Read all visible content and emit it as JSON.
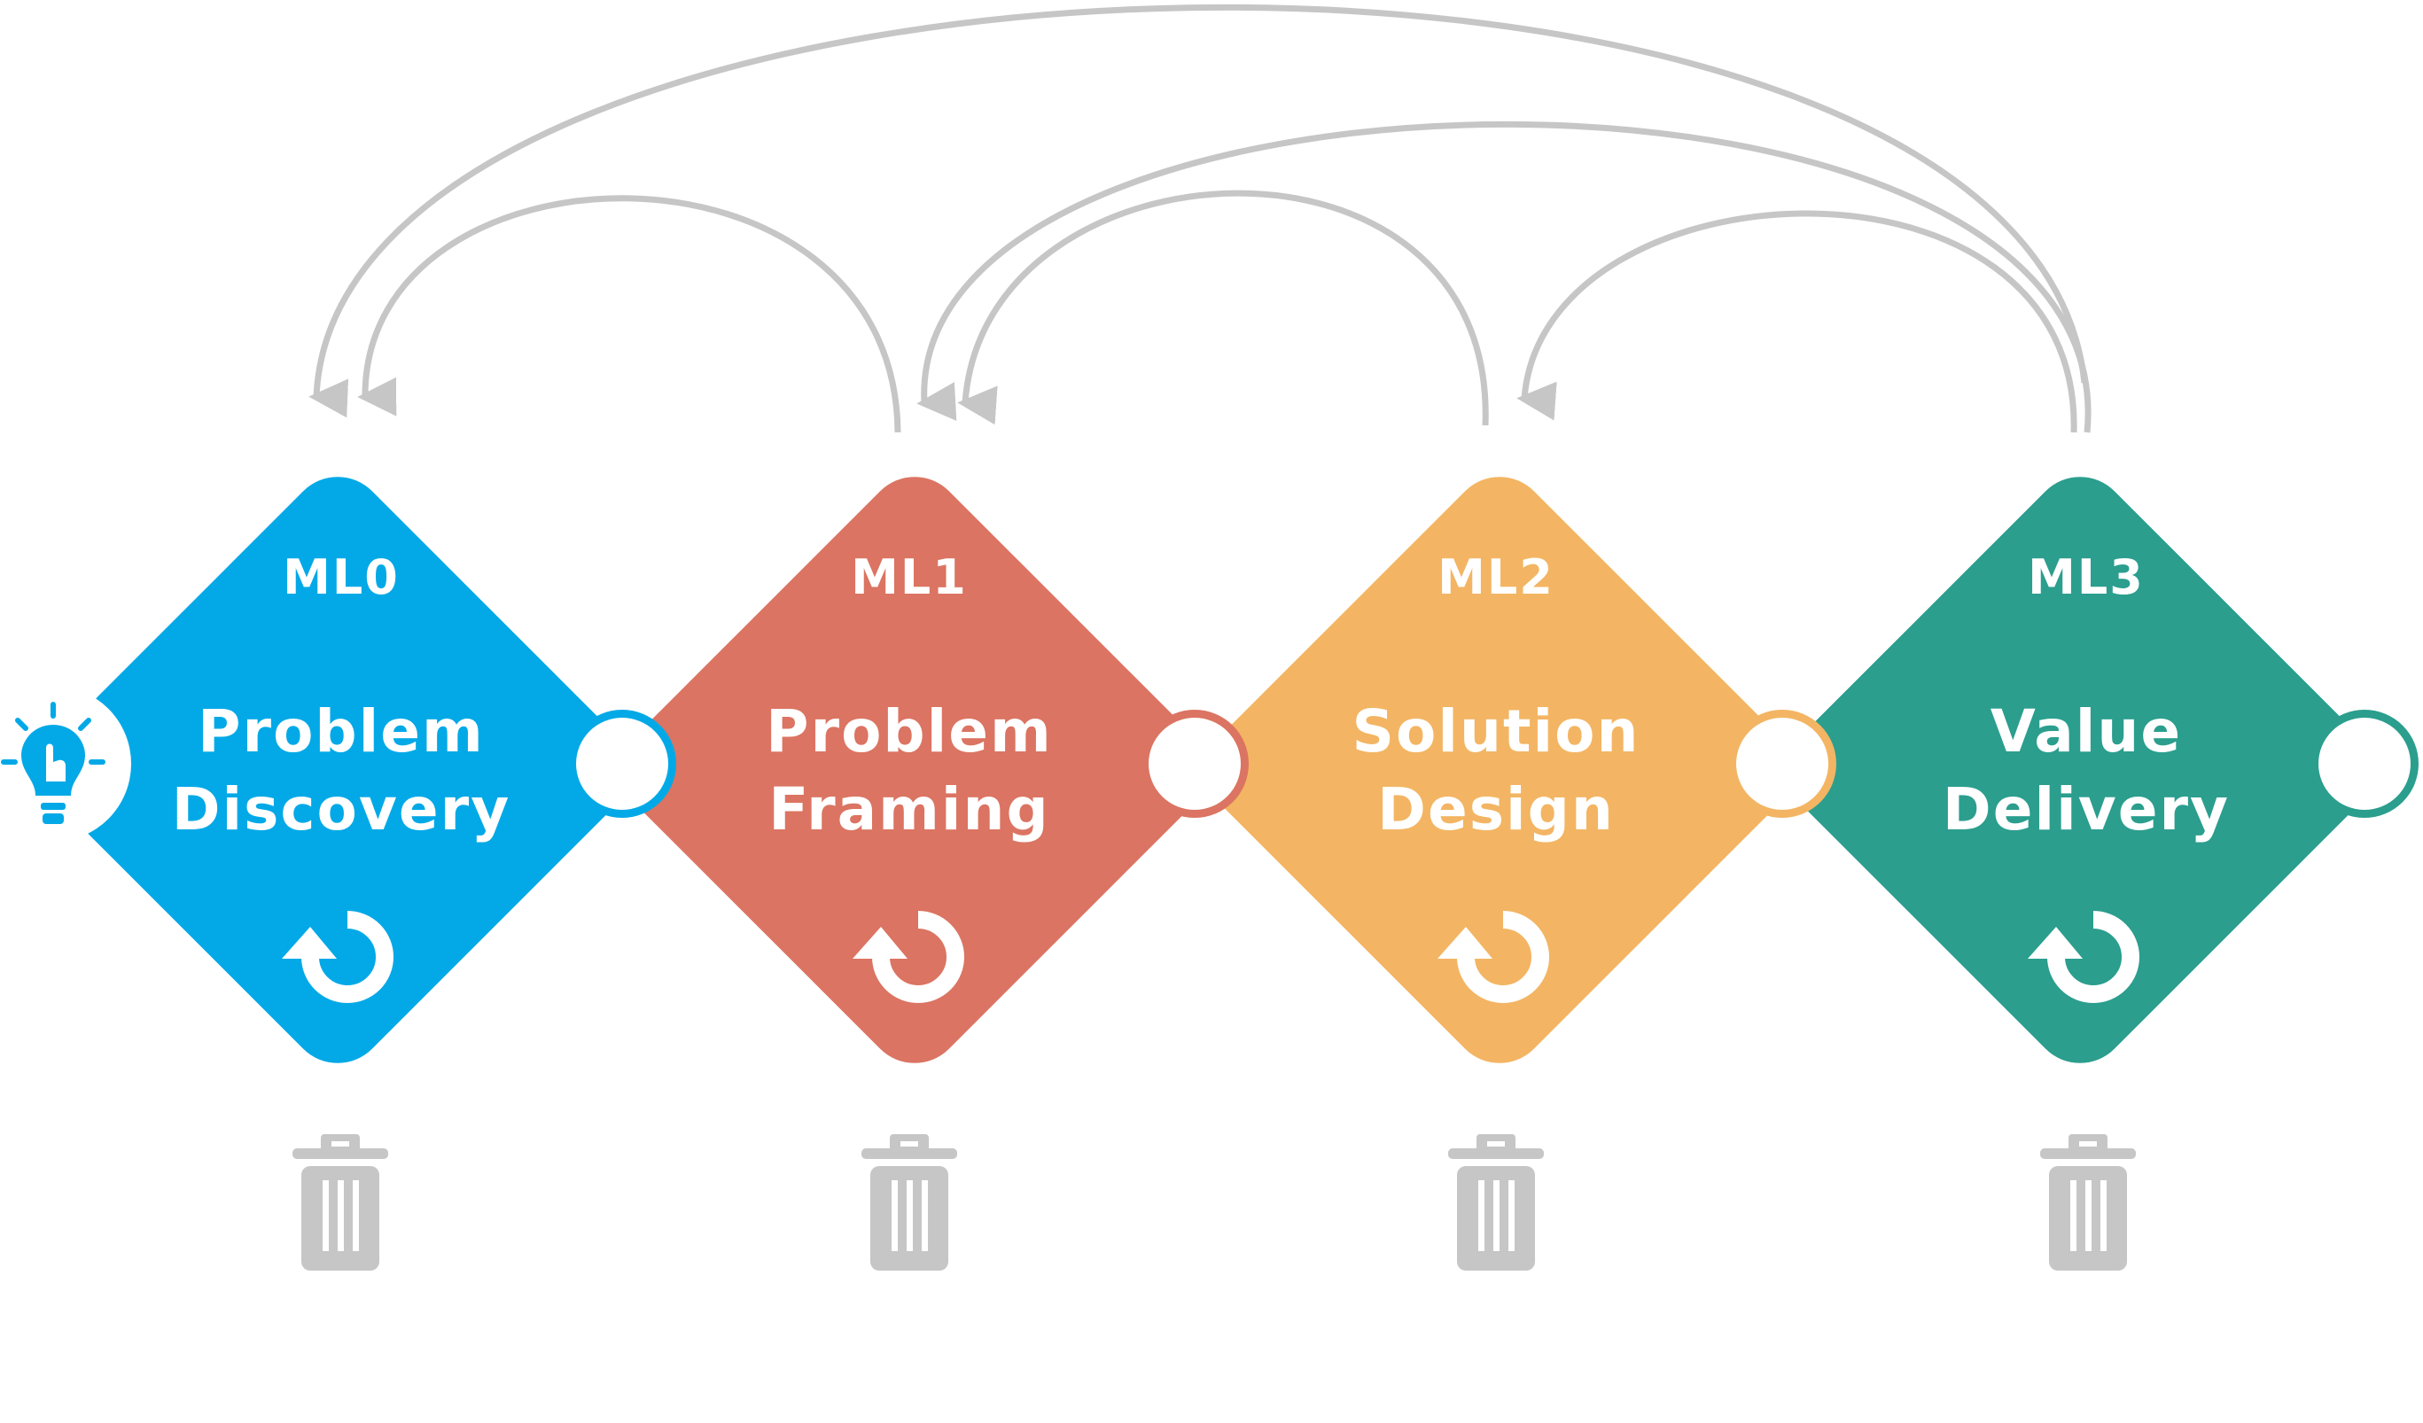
{
  "stages": [
    {
      "code": "ML0",
      "title_line1": "Problem",
      "title_line2": "Discovery",
      "color": "#03A9E7"
    },
    {
      "code": "ML1",
      "title_line1": "Problem",
      "title_line2": "Framing",
      "color": "#DB7462"
    },
    {
      "code": "ML2",
      "title_line1": "Solution",
      "title_line2": "Design",
      "color": "#F3B563"
    },
    {
      "code": "ML3",
      "title_line1": "Value",
      "title_line2": "Delivery",
      "color": "#2B9E8E"
    }
  ],
  "colors": {
    "arrow": "#C6C6C6",
    "trash": "#C6C6C6",
    "background": "#FFFFFF",
    "connector_fill": "#FFFFFF"
  },
  "icons": {
    "start": "lightbulb-icon",
    "loop": "refresh-icon",
    "discard": "trash-icon"
  },
  "feedback_loops": [
    {
      "from": "ML1",
      "to": "ML0"
    },
    {
      "from": "ML2",
      "to": "ML1"
    },
    {
      "from": "ML3",
      "to": "ML2"
    },
    {
      "from": "ML3",
      "to": "ML1"
    },
    {
      "from": "ML3",
      "to": "ML0"
    }
  ]
}
